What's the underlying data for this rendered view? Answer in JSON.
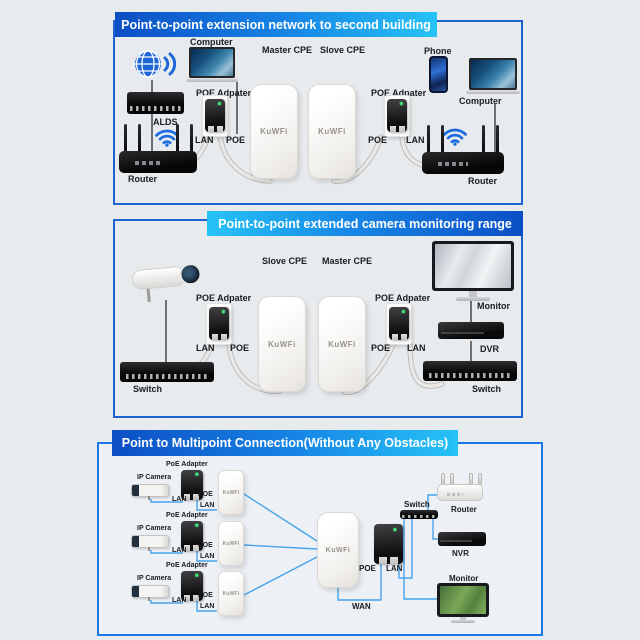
{
  "brand": "KuWFi",
  "colors": {
    "page_bg": "#e8ebee",
    "panel_border": "#1e63cf",
    "panel3_border": "#1b76e8",
    "banner_blue_dark": "#0c4ec5",
    "banner_blue_light": "#27c3f6",
    "wire_blue": "#47a3ea",
    "wifi_blue": "#1b6de2",
    "led_green": "#41e07a"
  },
  "panel1": {
    "title": "Point-to-point extension network to second building",
    "computer_left": "Computer",
    "alds": "ALDS",
    "router_left": "Router",
    "poe_adapter_left": "POE Adpater",
    "lan_left": "LAN",
    "poe_left": "POE",
    "master_cpe": "Master CPE",
    "slove_cpe": "Slove CPE",
    "poe_adapter_right": "POE Adpater",
    "poe_right": "POE",
    "lan_right": "LAN",
    "phone": "Phone",
    "computer_right": "Computer",
    "router_right": "Router"
  },
  "panel2": {
    "title": "Point-to-point extended camera monitoring range",
    "switch_left": "Switch",
    "poe_adapter_left": "POE Adpater",
    "lan_left": "LAN",
    "poe_left": "POE",
    "slove_cpe": "Slove CPE",
    "master_cpe": "Master CPE",
    "poe_adapter_right": "POE Adpater",
    "poe_right": "POE",
    "lan_right": "LAN",
    "monitor": "Monitor",
    "dvr": "DVR",
    "switch_right": "Switch"
  },
  "panel3": {
    "title": "Point to Multipoint Connection(Without Any Obstacles)",
    "rows": [
      {
        "camera": "IP Camera",
        "adapter": "PoE Adapter",
        "lan": "LAN",
        "poe": "POE",
        "lan2": "LAN"
      },
      {
        "camera": "IP Camera",
        "adapter": "PoE Adapter",
        "lan": "LAN",
        "poe": "POE",
        "lan2": "LAN"
      },
      {
        "camera": "IP Camera",
        "adapter": "PoE Adapter",
        "lan": "LAN",
        "poe": "POE",
        "lan2": "LAN"
      }
    ],
    "poe": "POE",
    "lan": "LAN",
    "wan": "WAN",
    "switch": "Switch",
    "router": "Router",
    "nvr": "NVR",
    "monitor": "Monitor"
  }
}
